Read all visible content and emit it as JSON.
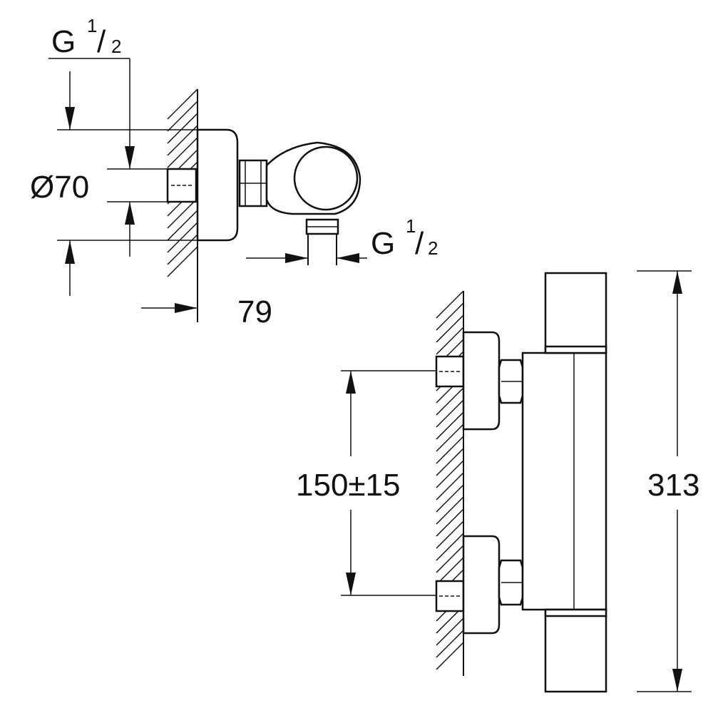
{
  "dimensions": {
    "inlet_thread_top": {
      "prefix": "G",
      "numerator": "1",
      "slash": "/",
      "denominator": "2"
    },
    "outlet_thread": {
      "prefix": "G",
      "numerator": "1",
      "slash": "/",
      "denominator": "2"
    },
    "escutcheon_diameter": "Ø70",
    "projection_depth": "79",
    "inlet_centers": "150±15",
    "overall_height": "313"
  },
  "colors": {
    "line": "#111111",
    "background": "#ffffff"
  }
}
